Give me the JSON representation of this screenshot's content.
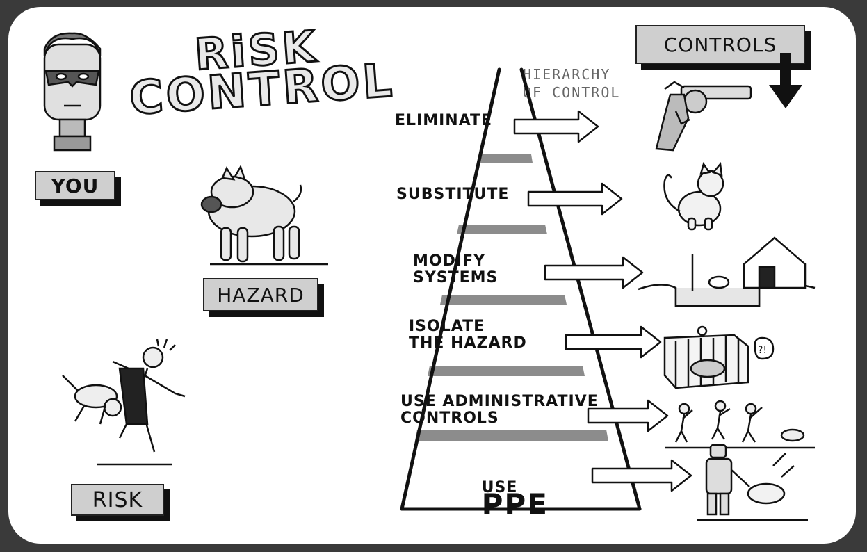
{
  "title": {
    "line1": "RiSK",
    "line2": "CONTROL"
  },
  "tags": {
    "controls": "CONTROLS",
    "you": "YOU",
    "hazard": "HAZARD",
    "risk": "RISK"
  },
  "hierarchy": {
    "line1": "HIERARCHY",
    "line2": "OF CONTROL"
  },
  "steps": [
    {
      "lines": "ELIMINATE",
      "illustration": "revolver-icon"
    },
    {
      "lines": "SUBSTITUTE",
      "illustration": "cat-icon"
    },
    {
      "lines": "MODIFY\nSYSTEMS",
      "illustration": "pit-and-kennel-icon"
    },
    {
      "lines": "ISOLATE\nTHE HAZARD",
      "illustration": "caged-dog-icon"
    },
    {
      "lines": "USE ADMINISTRATIVE\nCONTROLS",
      "illustration": "dog-catchers-icon"
    },
    {
      "prefix": "USE",
      "big": "PPE",
      "illustration": "protected-worker-icon"
    }
  ],
  "colors": {
    "band": "#8c8c8c",
    "frame": "#3a3a3a",
    "tag_fill": "#cfcfcf"
  }
}
